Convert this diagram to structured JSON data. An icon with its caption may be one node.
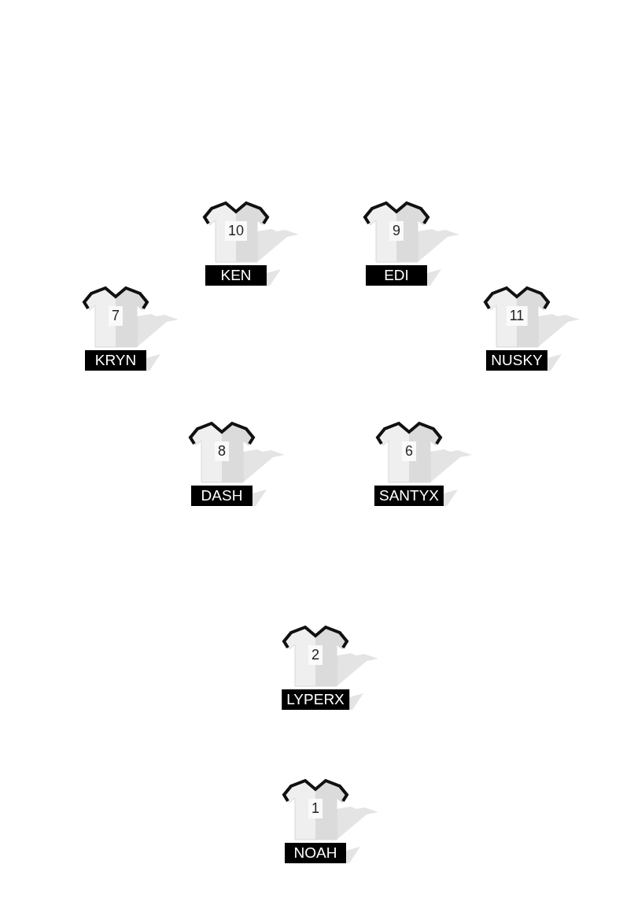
{
  "diagram": {
    "nodes": [
      {
        "text": [
          "10",
          "KEN"
        ]
      },
      {
        "text": [
          "9",
          "EDI"
        ]
      },
      {
        "text": [
          "7",
          "KRYN"
        ]
      },
      {
        "text": [
          "11",
          "NUSKY"
        ]
      },
      {
        "text": [
          "8",
          "DASH"
        ]
      },
      {
        "text": [
          "6",
          "SANTYX"
        ]
      },
      {
        "text": [
          "2",
          "LYPERX"
        ]
      },
      {
        "text": [
          "1",
          "NOAH"
        ]
      }
    ]
  }
}
